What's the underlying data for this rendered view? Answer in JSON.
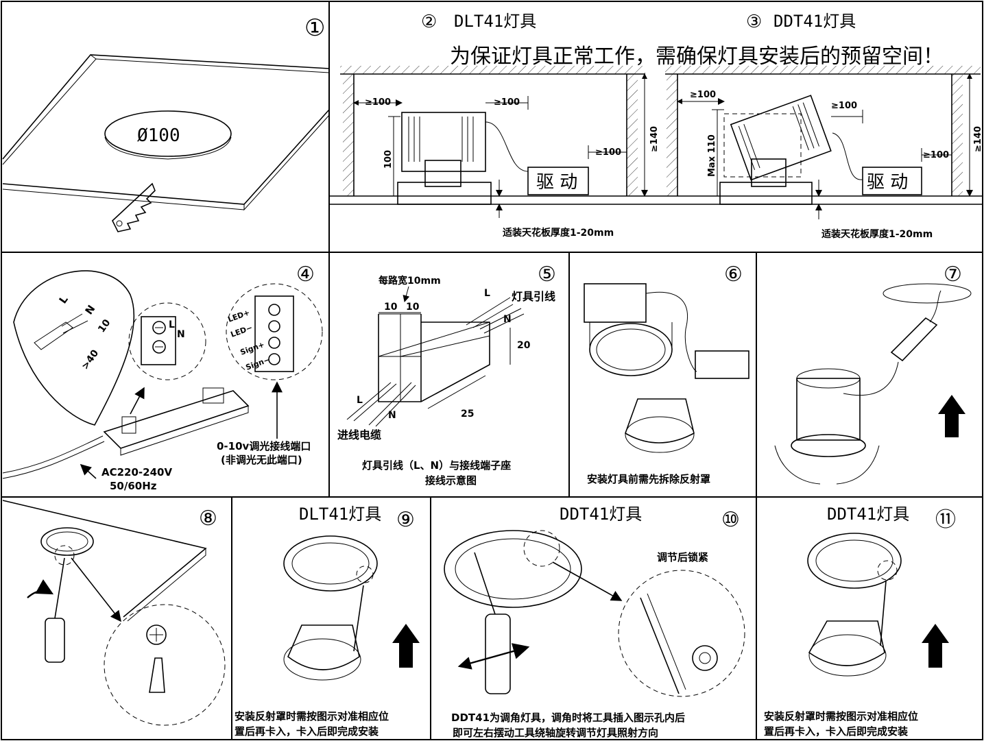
{
  "panels": {
    "p1": {
      "num": "①",
      "hole_label": "Ø100"
    },
    "p2": {
      "num": "②",
      "title": "DLT41灯具",
      "dim_left": "≥100",
      "dim_right": "≥100",
      "dim_driver": "≥100",
      "dim_height": "100",
      "dim_total": "≥140",
      "driver_label": "驱 动",
      "ceiling_note": "适装天花板厚度1-20mm"
    },
    "p3": {
      "num": "③",
      "title": "DDT41灯具",
      "dim_left": "≥100",
      "dim_right": "≥100",
      "dim_driver": "≥100",
      "dim_height": "Max 110",
      "dim_total": "≥140",
      "driver_label": "驱 动",
      "ceiling_note": "适装天花板厚度1-20mm"
    },
    "header_note": "为保证灯具正常工作，需确保灯具安装后的预留空间！",
    "p4": {
      "num": "④",
      "wire_L": "L",
      "wire_N": "N",
      "strip_10": "10",
      "strip_40": ">40",
      "term_L": "L",
      "term_N": "N",
      "led_plus": "LED+",
      "led_minus": "LED−",
      "sign_plus": "Sign+",
      "sign_minus": "Sign−",
      "ac_label": "AC220-240V",
      "freq_label": "50/60Hz",
      "dim_port_label": "0-10v调光接线端口",
      "dim_port_note": "(非调光无此端口)"
    },
    "p5": {
      "num": "⑤",
      "width_note": "每路宽10mm",
      "w1": "10",
      "w2": "10",
      "lead_L": "L",
      "lead_label": "灯具引线",
      "lead_N": "N",
      "depth": "20",
      "length": "25",
      "in_L": "L",
      "in_N": "N",
      "in_label": "进线电缆",
      "caption_1": "灯具引线（L、N）与接线端子座",
      "caption_2": "接线示意图"
    },
    "p6": {
      "num": "⑥",
      "caption": "安装灯具前需先拆除反射罩"
    },
    "p7": {
      "num": "⑦"
    },
    "p8": {
      "num": "⑧"
    },
    "p9": {
      "num": "⑨",
      "title": "DLT41灯具",
      "caption_1": "安装反射罩时需按图示对准相应位",
      "caption_2": "置后再卡入，卡入后即完成安装"
    },
    "p10": {
      "num": "⑩",
      "title": "DDT41灯具",
      "lock_note": "调节后锁紧",
      "caption_1": "DDT41为调角灯具，调角时将工具插入图示孔内后",
      "caption_2": "即可左右摆动工具绕轴旋转调节灯具照射方向"
    },
    "p11": {
      "num": "⑪",
      "title": "DDT41灯具",
      "caption_1": "安装反射罩时需按图示对准相应位",
      "caption_2": "置后再卡入，卡入后即完成安装"
    }
  }
}
